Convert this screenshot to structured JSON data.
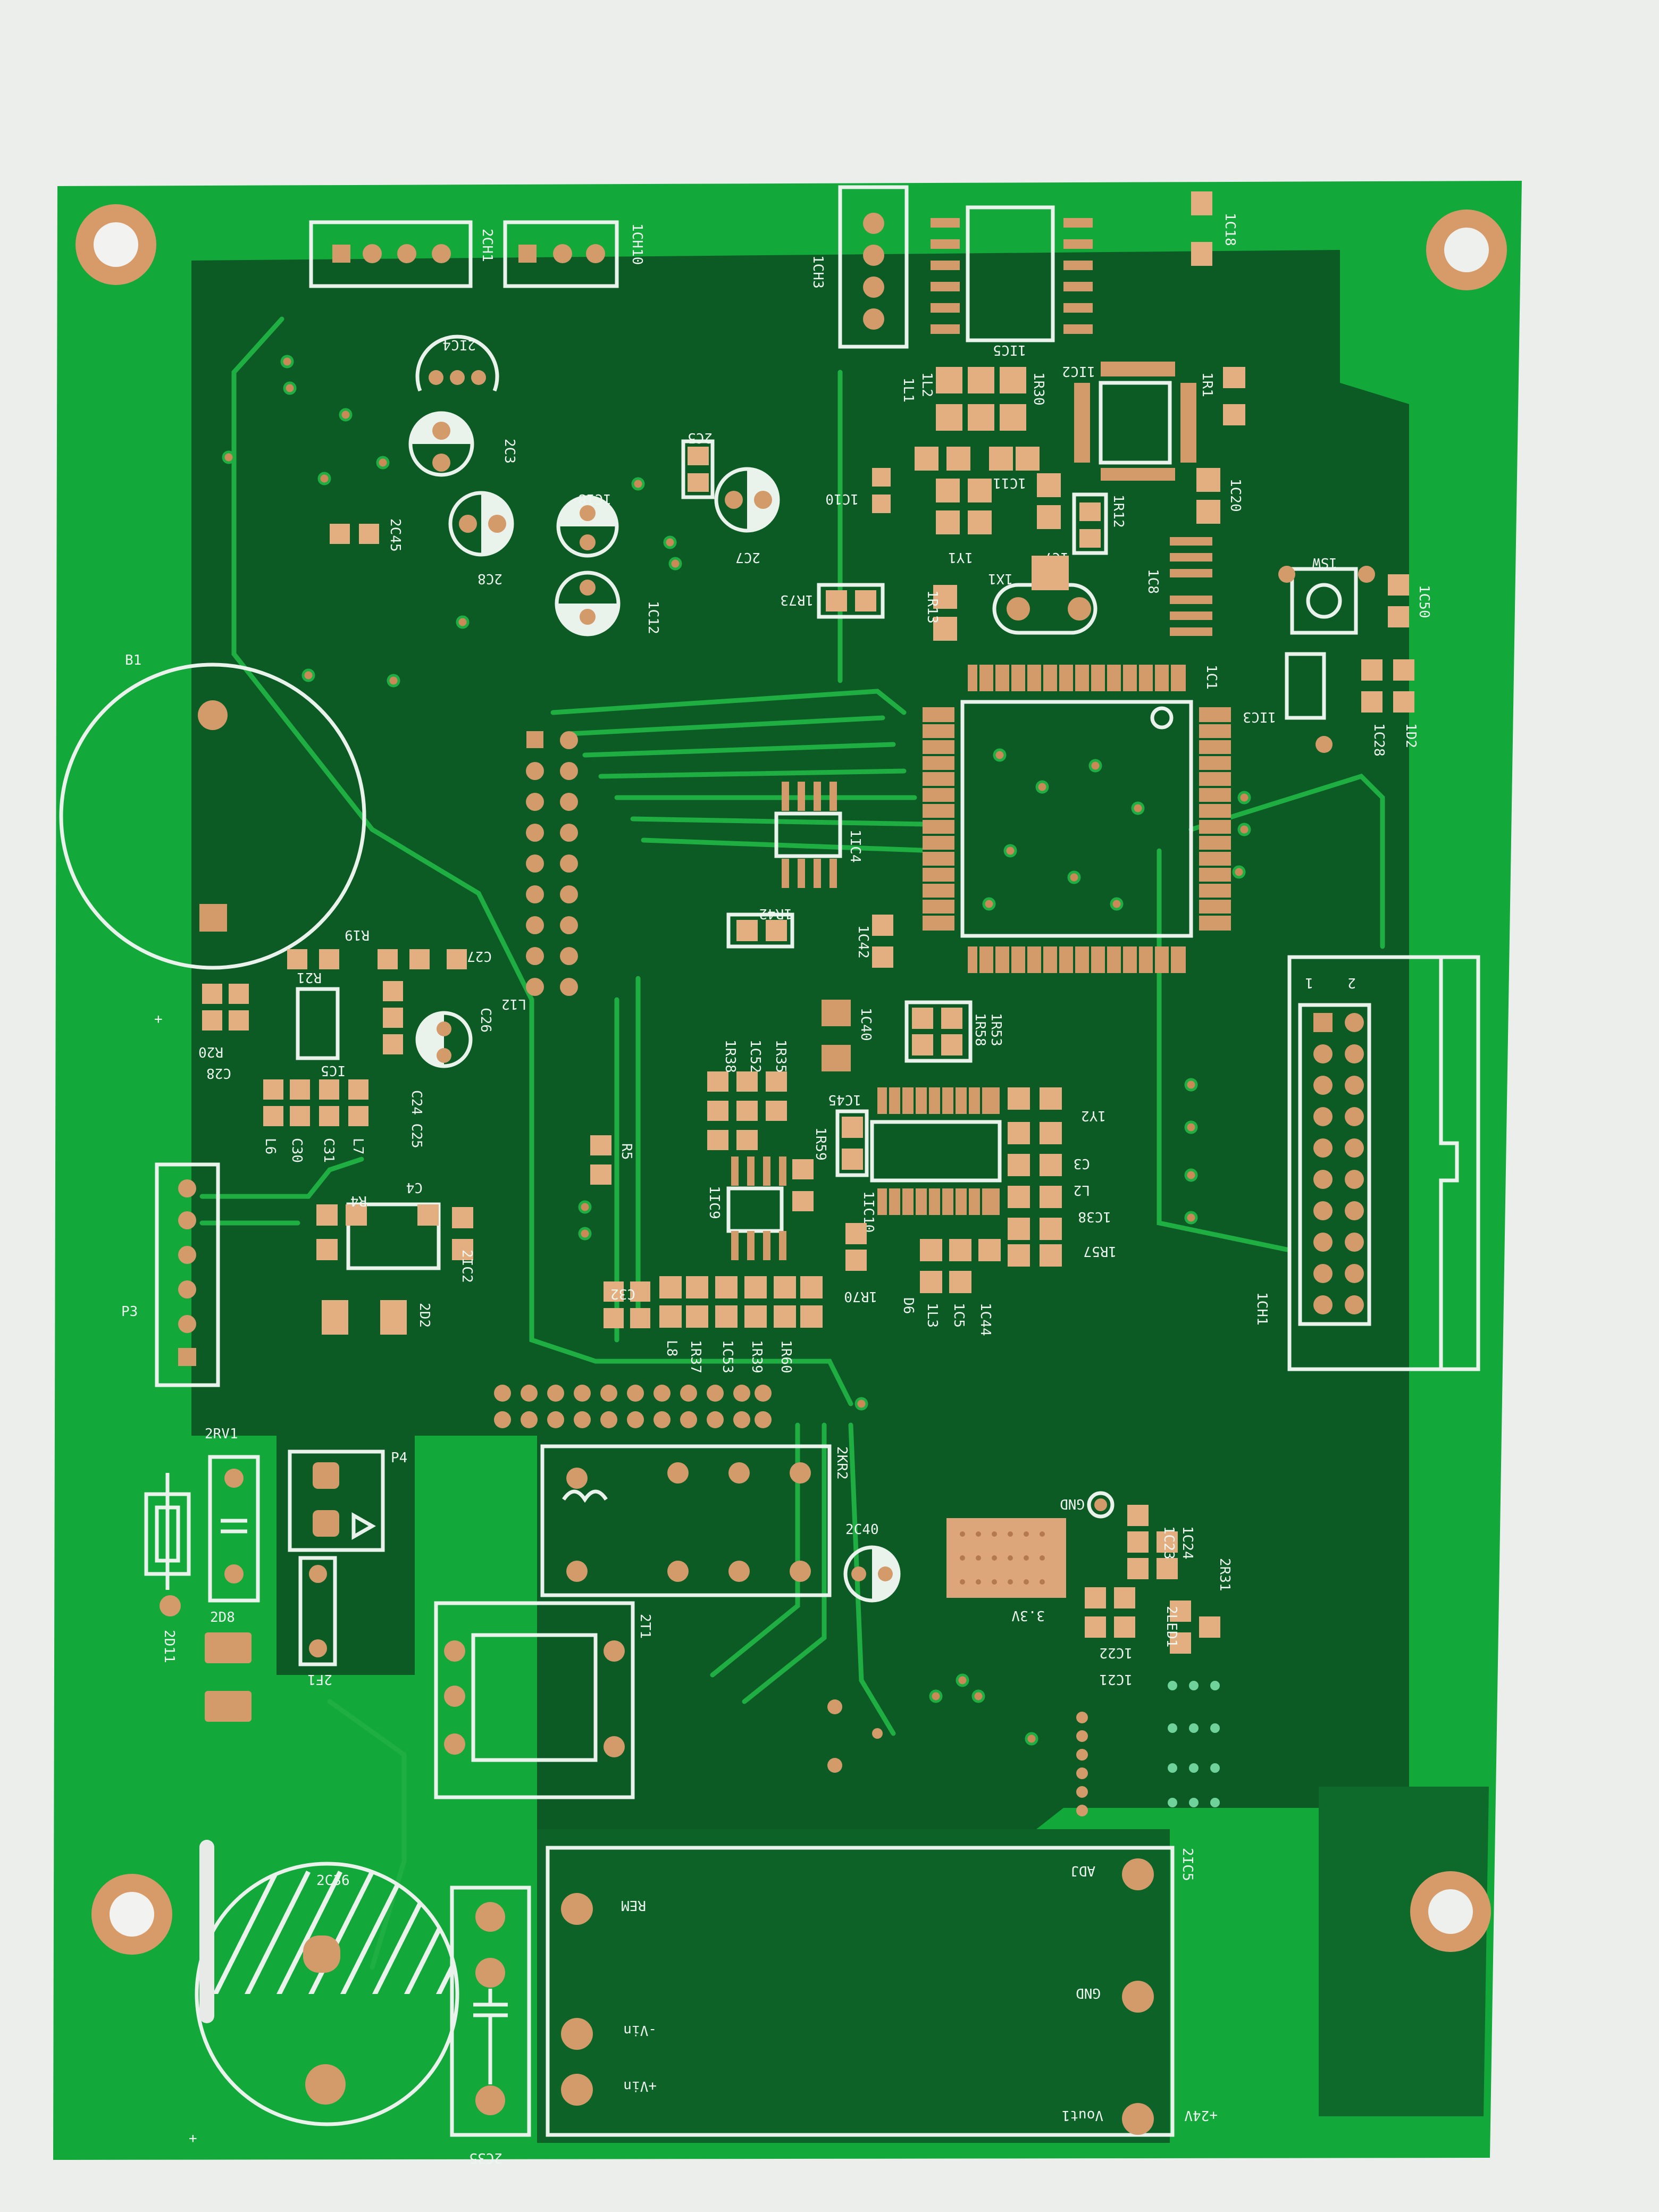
{
  "board": {
    "substrate_color": "#12a83a",
    "ground_pour_color": "#0c5a24",
    "copper_color": "#d39a6a",
    "silkscreen_color": "#eef6f0",
    "background_color": "#eceeec"
  },
  "labels": {
    "ch1": "2CH1",
    "ch10": "1CH10",
    "ch3": "1CH3",
    "ic5": "1IC5",
    "ic2": "1IC2",
    "ic18": "1C18",
    "ic4": "2IC4",
    "c3": "2C3",
    "c5": "2C5",
    "c7": "2C7",
    "c8": "2C8",
    "c12": "1C12",
    "c18b": "1C18",
    "c45": "2C45",
    "b1": "B1",
    "r73": "1R73",
    "r13": "1R13",
    "x1": "1X1",
    "c20": "1C20",
    "r12": "1R12",
    "c50": "1C50",
    "sw1": "1SW",
    "ic3": "1IC3",
    "c28r": "1C28",
    "d2": "1D2",
    "ic4b": "1IC4",
    "r42": "1R42",
    "c42": "1C42",
    "r19": "R19",
    "r21": "R21",
    "c27": "C27",
    "l12": "L12",
    "c26": "C26",
    "r20": "R20",
    "c28": "C28",
    "ic5b": "IC5",
    "c24c25": "C24 C25",
    "l6": "L6",
    "c30": "C30",
    "c31": "C31",
    "l7": "L7",
    "c4": "C4",
    "r4": "R4",
    "ic2b": "2IC2",
    "d2b": "2D2",
    "p3": "P3",
    "r5": "R5",
    "ic9": "1IC9",
    "r38": "1R38",
    "c52": "1C52",
    "r35": "1R35",
    "r59": "1R59",
    "c40": "1C40",
    "r58": "1R58",
    "r53": "1R53",
    "c45b": "1C45",
    "ic10": "1IC10",
    "y2": "1Y2",
    "c3b": "C3",
    "l2": "L2",
    "c38": "1C38",
    "r57": "1R57",
    "r70": "1R70",
    "d6": "D6",
    "l3": "1L3",
    "c5b": "1C5",
    "c44": "1C44",
    "c32": "C32",
    "l8": "L8",
    "r37": "1R37",
    "c53": "1C53",
    "r39": "1R39",
    "r60": "1R60",
    "ch1b": "1CH1",
    "rv1": "2RV1",
    "p4": "P4",
    "d11": "2D11",
    "d8": "2D8",
    "f1": "2F1",
    "kr2": "2KR2",
    "c40b": "2C40",
    "t1": "2T1",
    "gnd": "GND",
    "v33": "3.3V",
    "c23": "1C23",
    "c24": "1C24",
    "r31": "2R31",
    "led1": "2LED1",
    "c22": "1C22",
    "c21": "1C21",
    "c36": "2C36",
    "c35": "2C35",
    "ic5c": "2IC5",
    "adj": "ADJ",
    "gnd2": "GND",
    "rem": "REM",
    "vin_minus": "-Vin",
    "vin_plus": "+Vin",
    "vout": "Vout1",
    "v24": "+24V",
    "pin1": "1",
    "pin2": "2",
    "plus1": "+",
    "plus2": "+",
    "l1": "1L1",
    "l2b": "1L2",
    "r30": "1R30",
    "r1": "1R1",
    "c10": "1C10",
    "c11": "1C11",
    "c7b": "1C7",
    "y1": "1Y1",
    "c8b": "1C8",
    "c1": "1C1"
  }
}
